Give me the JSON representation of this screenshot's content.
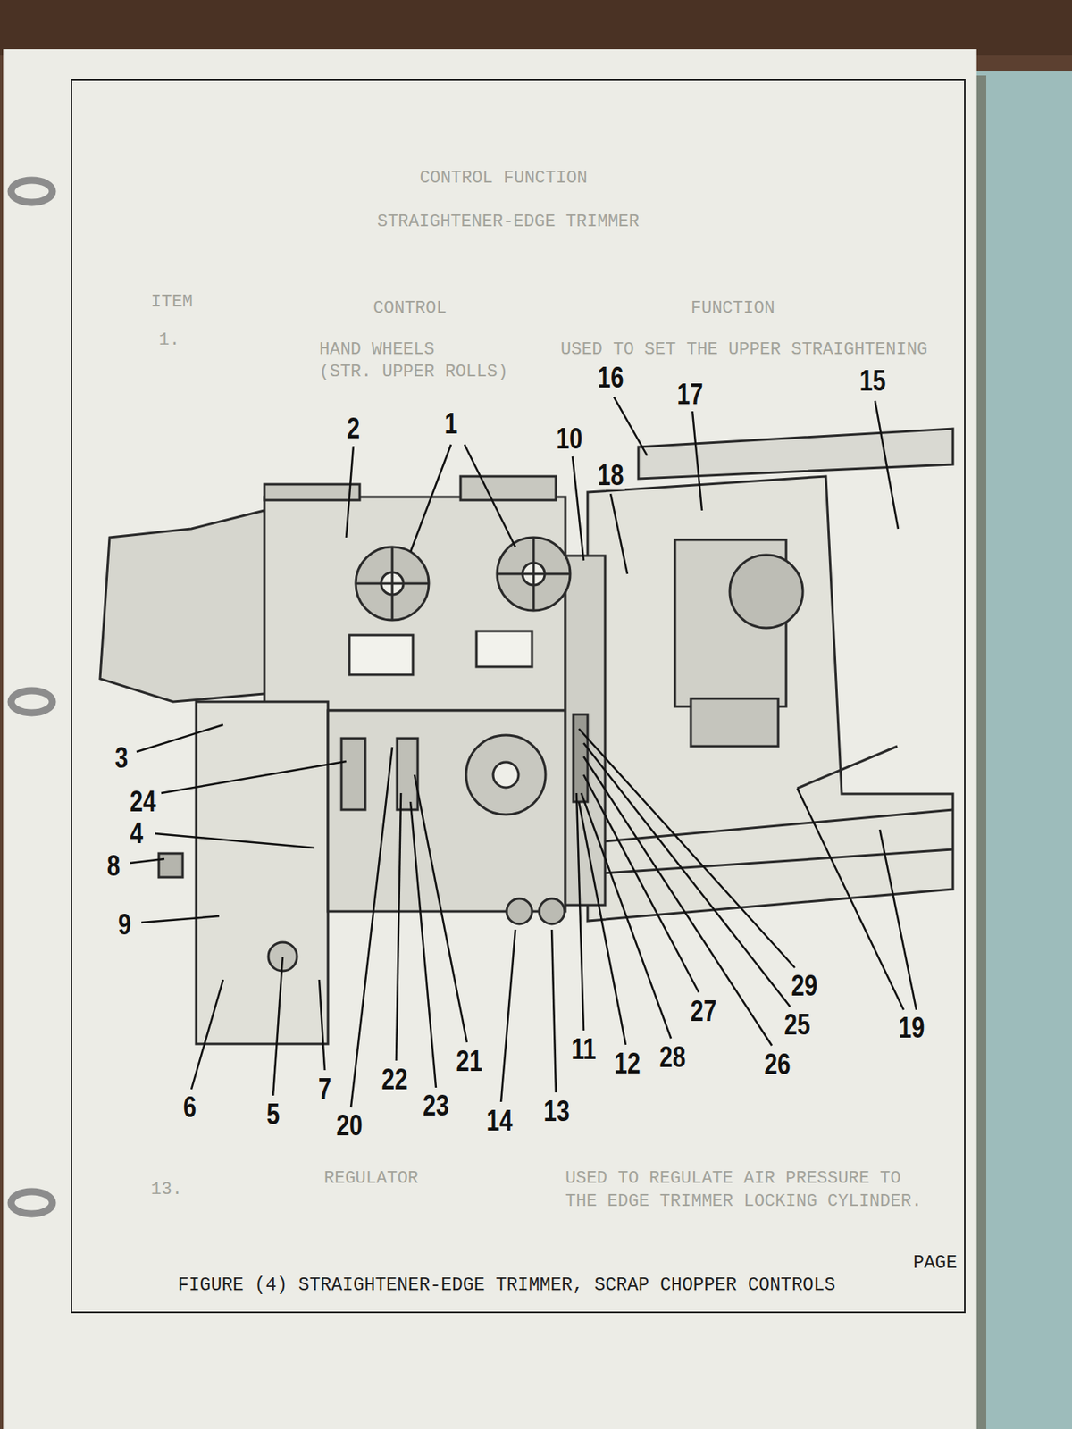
{
  "diagram": {
    "title": "CONTROL FUNCTION",
    "caption": "FIGURE (4) STRAIGHTENER-EDGE TRIMMER, SCRAP CHOPPER CONTROLS",
    "labels": [
      "STRAIGHTENER-EDGE TRIMMER",
      "ITEM",
      "CONTROL",
      "FUNCTION",
      "1.",
      "HAND WHEELS",
      "(STR. UPPER ROLLS)",
      "USED TO SET THE UPPER STRAIGHTENING",
      "1",
      "2",
      "10",
      "16",
      "17",
      "15",
      "18",
      "3",
      "24",
      "4",
      "8",
      "9",
      "6",
      "5",
      "7",
      "20",
      "22",
      "23",
      "21",
      "14",
      "13",
      "11",
      "12",
      "28",
      "27",
      "26",
      "25",
      "29",
      "19",
      "13.",
      "REGULATOR",
      "USED TO REGULATE AIR PRESSURE TO",
      "THE EDGE TRIMMER LOCKING CYLINDER.",
      "PAGE"
    ]
  }
}
